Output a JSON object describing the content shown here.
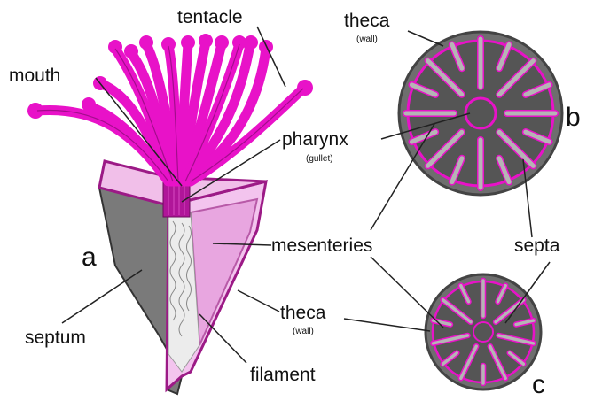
{
  "labels": {
    "tentacle": "tentacle",
    "mouth": "mouth",
    "pharynx": "pharynx",
    "gullet": "(gullet)",
    "theca_top": "theca",
    "wall_top": "(wall)",
    "mesenteries": "mesenteries",
    "septa": "septa",
    "theca_bottom": "theca",
    "wall_bottom": "(wall)",
    "septum": "septum",
    "filament": "filament"
  },
  "panel_letters": {
    "a": "a",
    "b": "b",
    "c": "c"
  },
  "colors": {
    "magenta": "#e812c8",
    "magenta_dark": "#9c1a86",
    "pink_light": "#f3c4ee",
    "pink_mid": "#e8a6e0",
    "gray_dark": "#555555",
    "gray_mid": "#7a7a7a",
    "gray_light": "#b5b5b5",
    "line": "#222222"
  },
  "cross_section_b": {
    "septa_count": 16
  },
  "cross_section_c": {
    "septa_count": 14
  }
}
